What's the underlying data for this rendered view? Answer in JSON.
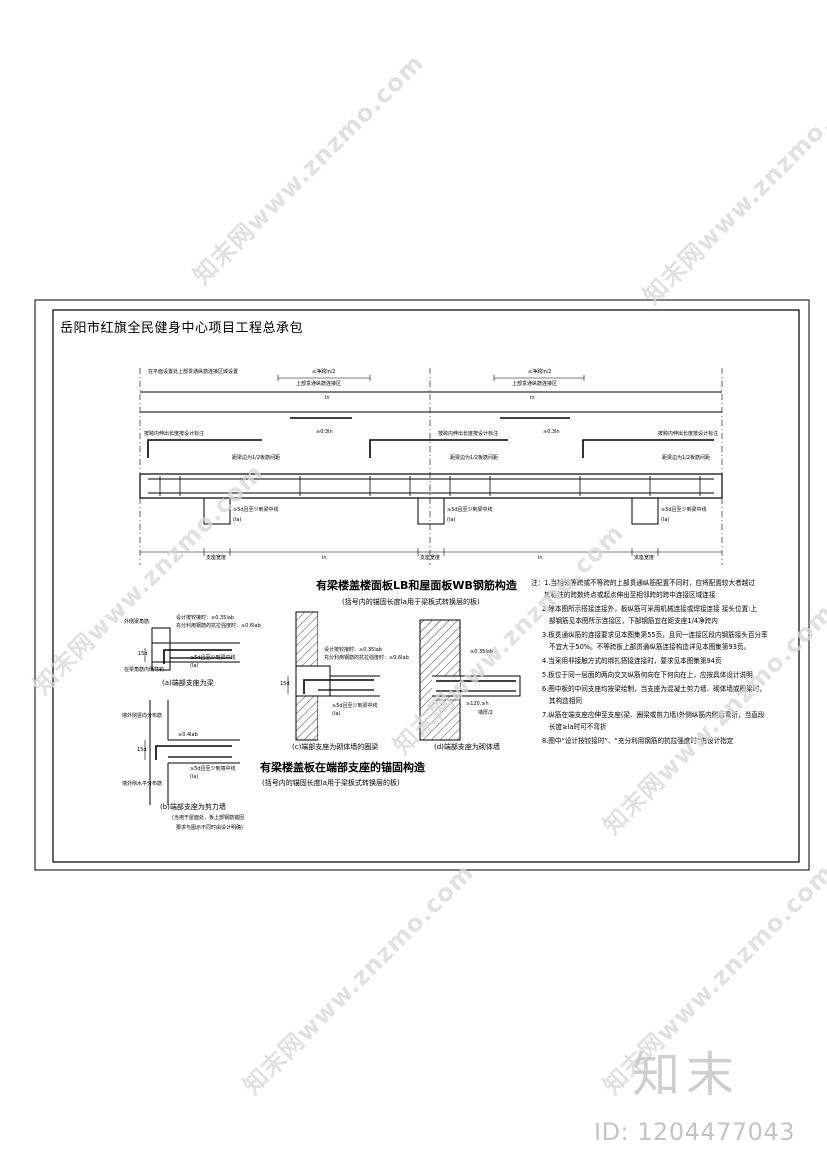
{
  "title": "岳阳市红旗全民健身中心项目工程总承包",
  "section1": {
    "heading": "有梁楼盖楼面板LB和屋面板WB钢筋构造",
    "subheading": "(括号内的锚固长度la用于梁板式转换层的板)"
  },
  "section2": {
    "heading": "有梁楼盖板在端部支座的锚固构造",
    "subheading": "(括号内的锚固长度la用于梁板式转换层的板)"
  },
  "main_labels": {
    "upper_note_left": "在平面设置处上部贯通纵筋连接区域设置",
    "span_a": "≤净跨ln/2",
    "span_a_sub": "上部贯通纵筋连接区",
    "span_b": "≤净跨ln/2",
    "span_b_sub": "上部贯通纵筋连接区",
    "ln_a": "ln",
    "ln_b": "ln",
    "pct_a": "≥0.3ln",
    "pct_b": "≥0.3ln",
    "end_note_a": "按跨内伸出长度按设计标注",
    "end_note_b": "按跨内伸出长度按设计标注",
    "end_note_c": "按跨内伸出长度按设计标注",
    "spacing_a": "距梁边为1/2板筋间距",
    "spacing_b": "距梁边为1/2板筋间距",
    "spacing_c": "距梁边为1/2板筋间距",
    "five_d_a": "≥5d且至少到梁中线",
    "five_d_b": "≥5d且至少到梁中线",
    "five_d_c": "≥5d且至少到梁中线",
    "la_a": "(la)",
    "la_b": "(la)",
    "la_c": "(la)",
    "dim_support_a": "支座宽度",
    "dim_support_b": "支座宽度",
    "dim_support_c": "支座宽度",
    "dim_ln_a": "ln",
    "dim_ln_b": "ln"
  },
  "details": {
    "a": {
      "caption": "(a)端部支座为梁",
      "note1": "设计按铰接时：≥0.35lab",
      "note2": "充分利用钢筋的抗拉强度时：≥0.6lab",
      "note3": "≥5d且至少到梁中线",
      "note4": "(la)",
      "note5": "外侧梁角筋",
      "note6": "在梁角筋内侧弯钩",
      "dim": "15d"
    },
    "b": {
      "caption": "(b)端部支座为剪力墙",
      "note1": "≥0.4lab",
      "note2": "≥5d且至少到墙中线",
      "note3": "(la)",
      "dim": "15d",
      "remark1": "(当用于屋面处，板上部钢筋锚固",
      "remark2": "要求与图示不同时由设计明确)",
      "side1": "墙外侧竖向分布筋",
      "side2": "墙外侧水平分布筋"
    },
    "c": {
      "caption": "(c)端部支座为砌体墙的圈梁",
      "note1": "设计按铰接时：≥0.35lab",
      "note2": "充分利用钢筋的抗拉强度时：≥0.6lab",
      "note3": "≥5d且至少到梁中线",
      "note4": "(la)",
      "dim": "15d"
    },
    "d": {
      "caption": "(d)端部支座为砌体墙",
      "note1": "≥0.35lab",
      "note2": "≥120,≥h",
      "note3": "墙厚/2"
    }
  },
  "notes": [
    "注：1.当相邻等跨或不等跨的上部贯通纵筋配置不同时，应将配置较大者越过",
    "其标注的跨数终点或起点伸出至相邻跨的跨中连接区域连接",
    "2.除本图所示搭接连接外，板纵筋可采用机械连接或焊接连接  接头位置:上",
    "部钢筋见本图所示连接区，下部钢筋宜在距支座1/4净跨内",
    "3.板贯通纵筋的连接要求见本图集第55页，且同一连接区段内钢筋接头百分率",
    "不宜大于50%。不等跨板上部贯通纵筋连接构造详见本图集第93页。",
    "4.当采用非接触方式的绑扎搭接连接时，要求见本图集第94页",
    "5.板位于同一层面的两向交叉纵筋何向在下何向在上，应按具体设计说明",
    "6.图中板的中间支座均按梁绘制，当支座为混凝土剪力墙、砌体墙或圈梁时，",
    "其构造相同",
    "7.纵筋在端支座应伸至支座(梁、圈梁或剪力墙)外侧纵筋内侧后弯折，当直段",
    "长度≥la时可不弯折",
    "8.图中“设计按铰接时”、“充分利用钢筋的抗拉强度时”由设计指定"
  ],
  "brand": "知末",
  "id_text": "ID: 1204477043",
  "watermark": "知末网www.znzmo.com"
}
